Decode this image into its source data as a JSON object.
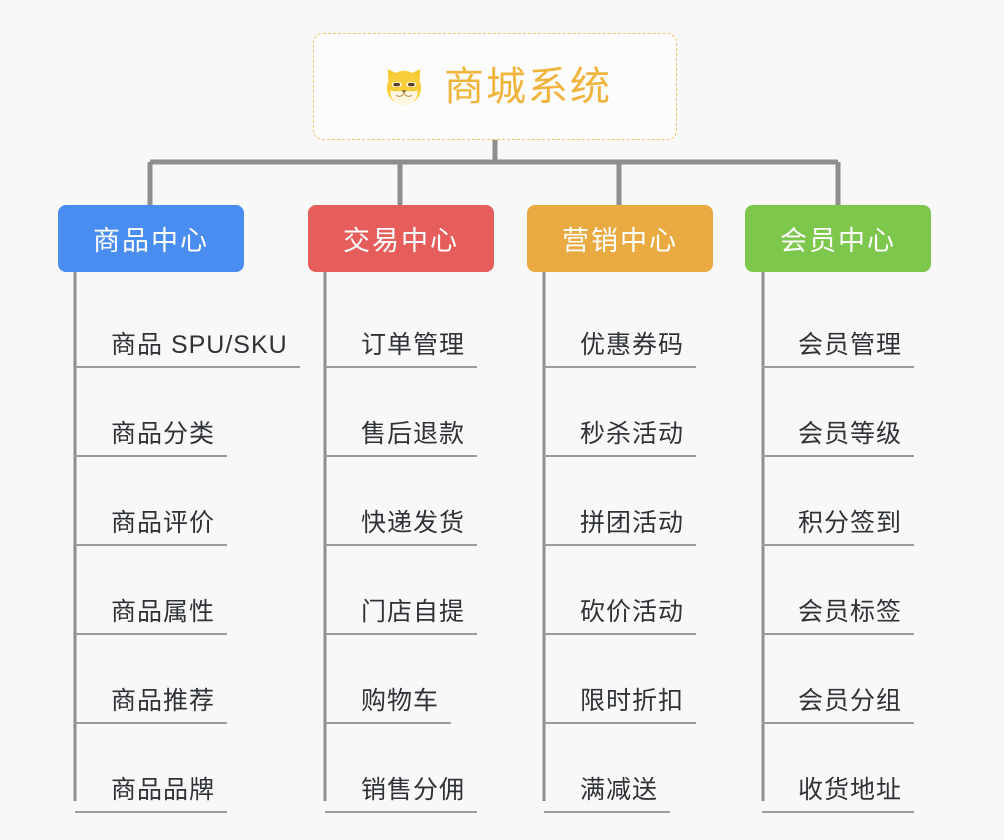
{
  "root": {
    "icon": "shiba-dog-face-icon",
    "title": "商城系统",
    "color": "#f0b43c"
  },
  "branches": [
    {
      "title": "商品中心",
      "color": "#4a8df0",
      "items": [
        "商品 SPU/SKU",
        "商品分类",
        "商品评价",
        "商品属性",
        "商品推荐",
        "商品品牌"
      ]
    },
    {
      "title": "交易中心",
      "color": "#e55e5b",
      "items": [
        "订单管理",
        "售后退款",
        "快递发货",
        "门店自提",
        "购物车",
        "销售分佣"
      ]
    },
    {
      "title": "营销中心",
      "color": "#eaaa42",
      "items": [
        "优惠券码",
        "秒杀活动",
        "拼团活动",
        "砍价活动",
        "限时折扣",
        "满减送"
      ]
    },
    {
      "title": "会员中心",
      "color": "#7cc74c",
      "items": [
        "会员管理",
        "会员等级",
        "积分签到",
        "会员标签",
        "会员分组",
        "收货地址"
      ]
    }
  ],
  "style": {
    "background": "#f8f8f8",
    "connector_color": "#8e8e8e",
    "leaf_underline_color": "#9b9b9b",
    "leaf_text_color": "#2f3337",
    "root_border_color": "#f0c36a"
  }
}
